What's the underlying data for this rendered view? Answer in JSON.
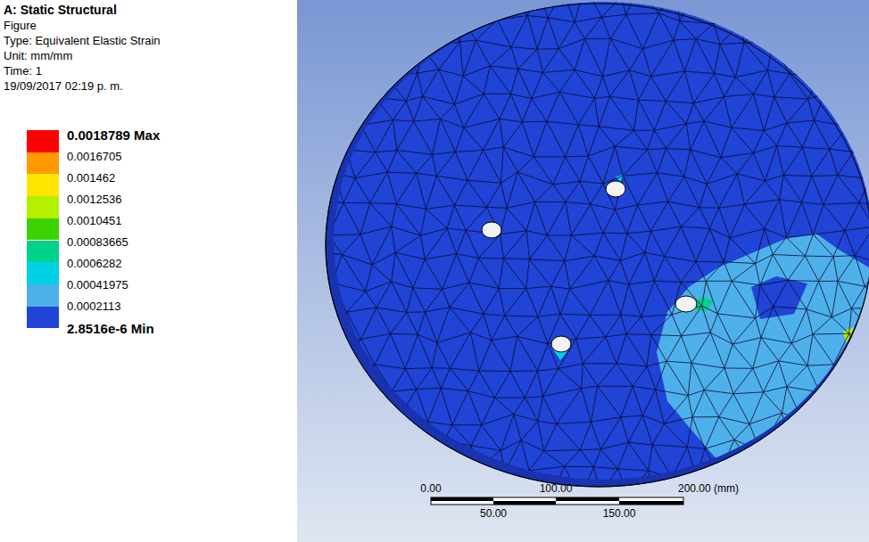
{
  "diagram": {
    "title": "A: Static Structural",
    "labels": [
      "Figure",
      "Type: Equivalent Elastic Strain",
      "Unit: mm/mm",
      "Time: 1",
      "19/09/2017 02:19 p. m.",
      "2.8516e-6 Min",
      "0.00",
      "100.00",
      "200.00 (mm)",
      "50.00",
      "150.00"
    ],
    "legend": [
      {
        "text": "0.0018789 Max",
        "color": "#ff0000"
      },
      {
        "text": "0.0016705",
        "color": "#ff9a00"
      },
      {
        "text": "0.001462",
        "color": "#ffe600"
      },
      {
        "text": "0.0012536",
        "color": "#b4f000"
      },
      {
        "text": "0.0010451",
        "color": "#3cd200"
      },
      {
        "text": "0.00083665",
        "color": "#00d28c"
      },
      {
        "text": "0.0006282",
        "color": "#00d2e6"
      },
      {
        "text": "0.00041975",
        "color": "#4eb0ea"
      },
      {
        "text": "0.0002113",
        "color": "#1f44d6"
      }
    ]
  }
}
